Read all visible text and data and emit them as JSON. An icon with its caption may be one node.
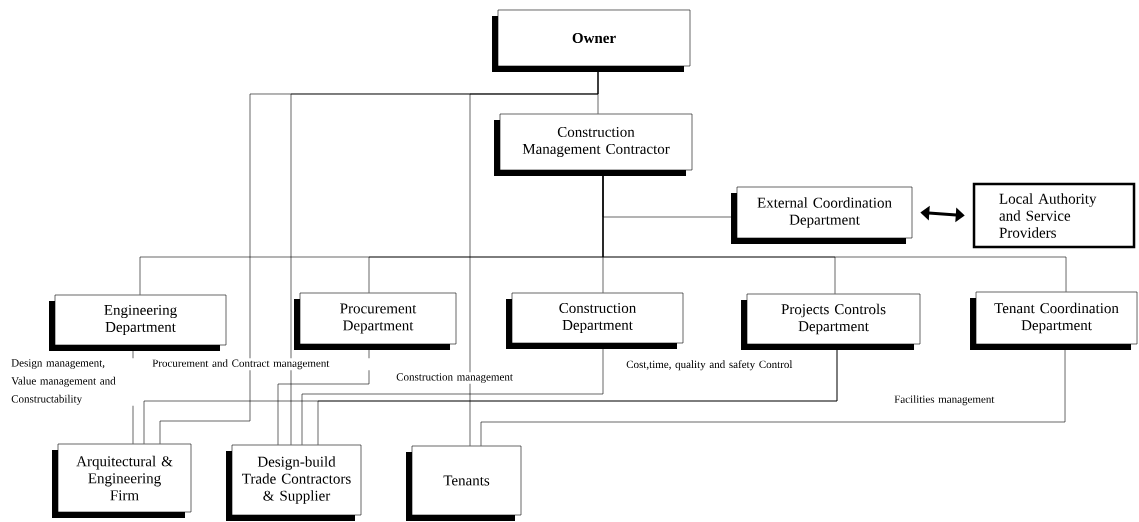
{
  "diagram": {
    "nodes": [
      {
        "text": [
          "Owner"
        ]
      },
      {
        "text": [
          "Construction Management Contractor"
        ]
      },
      {
        "text": [
          "External Coordination Department"
        ]
      },
      {
        "text": [
          "Local Authority and Service Providers"
        ]
      },
      {
        "text": [
          "Engineering Department"
        ]
      },
      {
        "text": [
          "Procurement Department"
        ]
      },
      {
        "text": [
          "Construction Department"
        ]
      },
      {
        "text": [
          "Projects Controls Department"
        ]
      },
      {
        "text": [
          "Tenant Coordination Department"
        ]
      },
      {
        "text": [
          "Arquitectural & Engineering Firm"
        ]
      },
      {
        "text": [
          "Design-build Trade Contractors & Supplier"
        ]
      },
      {
        "text": [
          "Tenants"
        ]
      }
    ],
    "edges": [
      {
        "from": 0,
        "to": 1,
        "arrow": "none"
      },
      {
        "from": 0,
        "to": 9,
        "arrow": "none"
      },
      {
        "from": 0,
        "to": 10,
        "arrow": "none"
      },
      {
        "from": 0,
        "to": 11,
        "arrow": "none"
      },
      {
        "from": 1,
        "to": 2,
        "arrow": "none"
      },
      {
        "from": 1,
        "to": 4,
        "arrow": "none"
      },
      {
        "from": 1,
        "to": 5,
        "arrow": "none"
      },
      {
        "from": 1,
        "to": 6,
        "arrow": "none"
      },
      {
        "from": 1,
        "to": 7,
        "arrow": "none"
      },
      {
        "from": 1,
        "to": 8,
        "arrow": "none"
      },
      {
        "from": 2,
        "to": 3,
        "arrow": "both",
        "style": "thick"
      },
      {
        "from": 4,
        "to": 9,
        "arrow": "none",
        "label": "Design management, Value management and Constructability"
      },
      {
        "from": 5,
        "to": 10,
        "arrow": "none",
        "label": "Procurement and Contract management"
      },
      {
        "from": 6,
        "to": 10,
        "arrow": "none",
        "label": "Construction management"
      },
      {
        "from": 7,
        "to": 9,
        "arrow": "none",
        "label": "Cost,time, quality and safety Control"
      },
      {
        "from": 7,
        "to": 10,
        "arrow": "none"
      },
      {
        "from": 8,
        "to": 11,
        "arrow": "none",
        "label": "Facilities management"
      }
    ]
  }
}
